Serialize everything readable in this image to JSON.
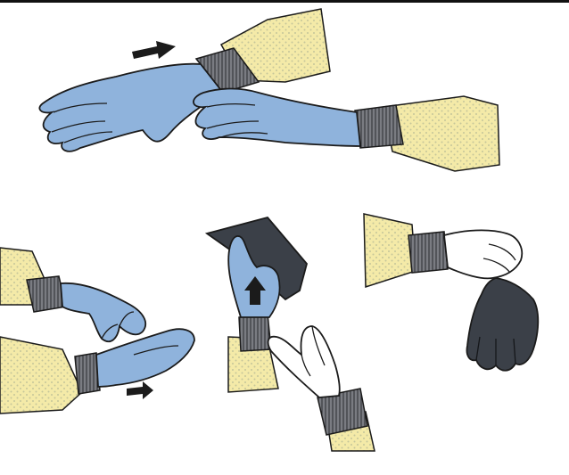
{
  "colors": {
    "glove_blue": "#8fb3dc",
    "glove_dark": "#3b4048",
    "sleeve_fill": "#f4eaa8",
    "sleeve_dots": "#c5c69a",
    "cuff_grey": "#6f7177",
    "outline": "#1b1b1b",
    "skin": "#ffffff",
    "top_rule": "#111111"
  },
  "steps": [
    {
      "id": "step-1",
      "icon": "gloved-hand-grasping-other-glove-wrist",
      "arrow": "arrow-right"
    },
    {
      "id": "step-2",
      "icon": "gloved-hand-pinching-palm",
      "arrow": "arrow-right"
    },
    {
      "id": "step-3",
      "icon": "hand-inserted-under-glove-cuff",
      "arrow": "arrow-up"
    },
    {
      "id": "step-4",
      "icon": "bare-hand-holding-inverted-glove",
      "arrow": ""
    }
  ]
}
